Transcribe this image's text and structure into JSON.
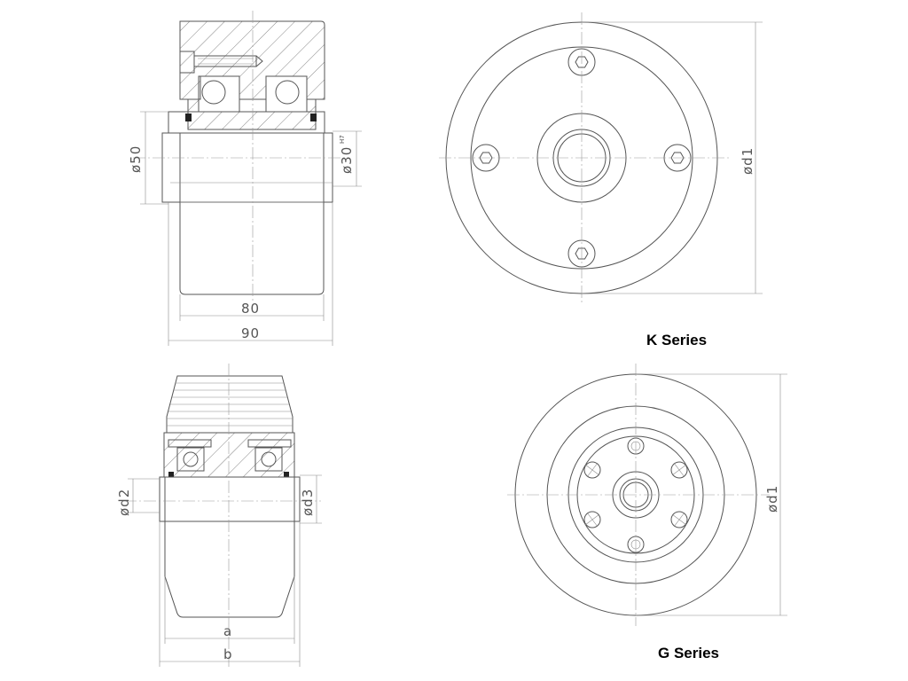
{
  "labels": {
    "k_series": "K Series",
    "g_series": "G Series"
  },
  "dimensions": {
    "k_d50": "ø50",
    "k_d30": "ø30",
    "k_d30_tol": "H7",
    "k_80": "80",
    "k_90": "90",
    "k_d1": "ød1",
    "g_d2": "ød2",
    "g_d3": "ød3",
    "g_a": "a",
    "g_b": "b",
    "g_d1": "ød1"
  },
  "colors": {
    "line": "#555555",
    "text": "#000000"
  }
}
